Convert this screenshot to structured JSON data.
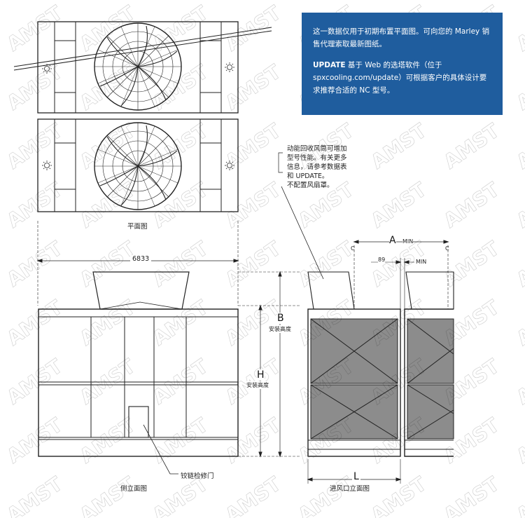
{
  "note": {
    "line1": "这一数据仅用于初期布置平面图。可向您的 Marley 销售代理索取最新图纸。",
    "update_word": "UPDATE",
    "line2": " 基于 Web 的选塔软件（位于 spxcooling.com/update）可根据客户的具体设计要求推荐合适的 NC 型号。"
  },
  "labels": {
    "plan_view": "平面图",
    "side_view": "侧立面图",
    "inlet_view": "进风口立面图",
    "hinged_door": "铰链检修门",
    "dim_6833": "6833",
    "dim_B": "B",
    "install_height_B": "安装高度",
    "dim_H": "H",
    "install_height_H": "安装高度",
    "dim_A": "A",
    "min_A": "MIN",
    "dim_89": "89",
    "min_89": "MIN",
    "dim_L": "L",
    "c_left": "C",
    "c_right": "C"
  },
  "callout": {
    "l1": "动能回收风筒可增加",
    "l2": "型号性能。有关更多",
    "l3": "信息，请参考数据表",
    "l4": "和 UPDATE。",
    "l5": "不配置风扇罩。"
  },
  "watermark": "AMST"
}
